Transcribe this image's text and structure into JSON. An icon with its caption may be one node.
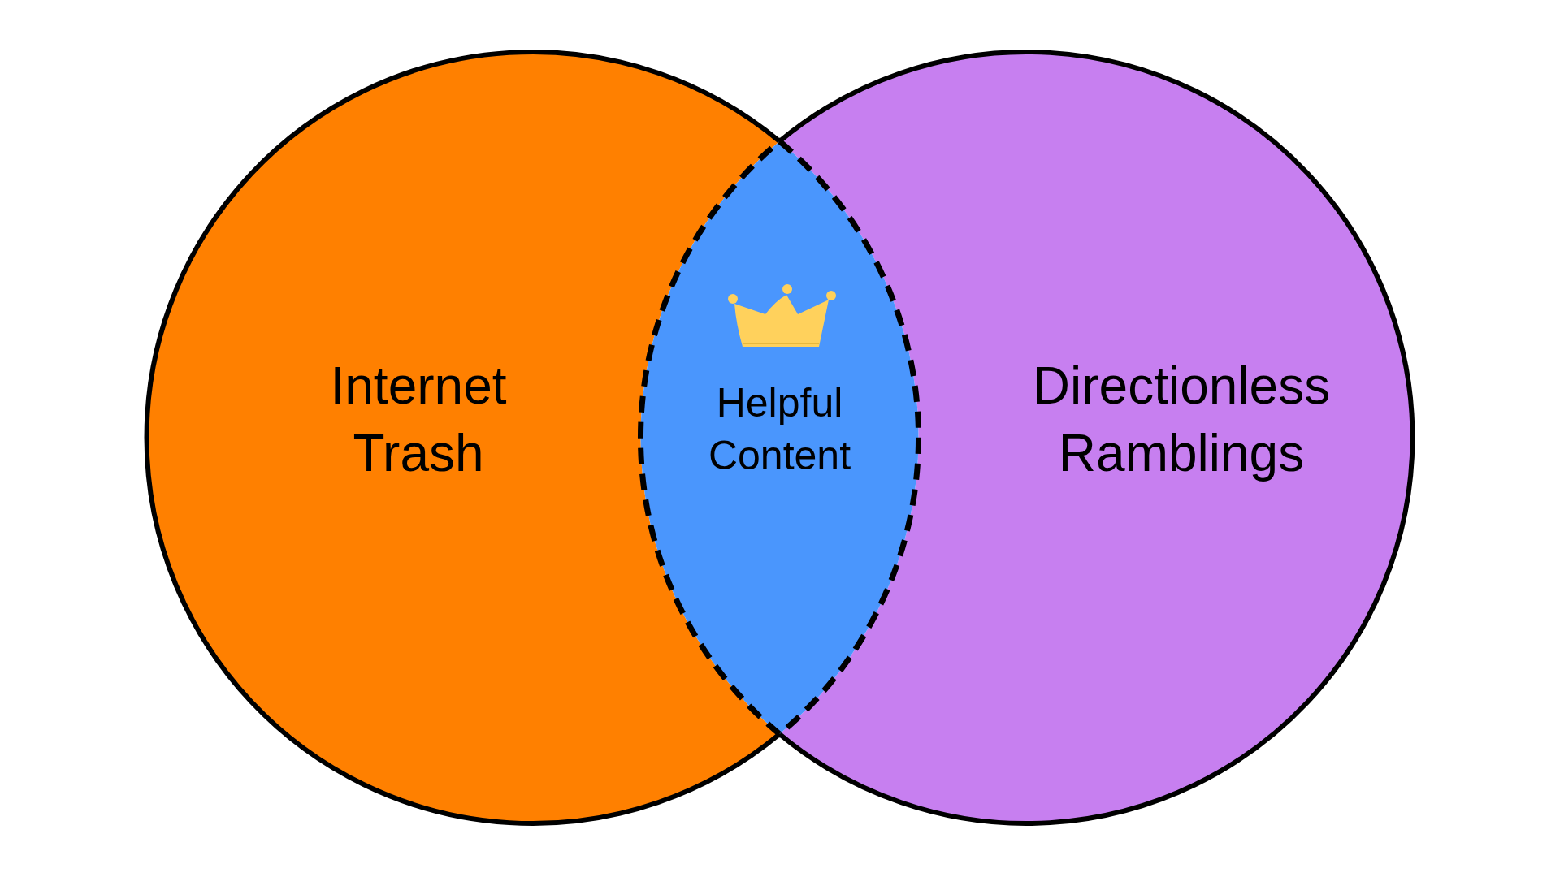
{
  "diagram": {
    "nodes": [
      {
        "text": [
          "Internet Trash"
        ]
      },
      {
        "text": [
          "Directionless Ramblings"
        ]
      },
      {
        "text": [
          "Helpful Content"
        ]
      }
    ],
    "edges": []
  }
}
